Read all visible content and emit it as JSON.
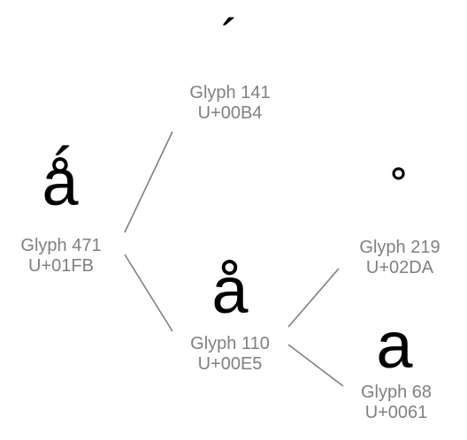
{
  "nodes": [
    {
      "id": "g141",
      "glyph": "´",
      "name": "Glyph 141",
      "code": "U+00B4"
    },
    {
      "id": "g471",
      "glyph": "ǻ",
      "name": "Glyph 471",
      "code": "U+01FB"
    },
    {
      "id": "g110",
      "glyph": "å",
      "name": "Glyph 110",
      "code": "U+00E5"
    },
    {
      "id": "g219",
      "glyph": "˚",
      "name": "Glyph 219",
      "code": "U+02DA"
    },
    {
      "id": "g68",
      "glyph": "a",
      "name": "Glyph 68",
      "code": "U+0061"
    }
  ],
  "edges": [
    {
      "from": "g471",
      "to": "g141"
    },
    {
      "from": "g471",
      "to": "g110"
    },
    {
      "from": "g110",
      "to": "g219"
    },
    {
      "from": "g110",
      "to": "g68"
    }
  ],
  "colors": {
    "label": "#808080",
    "edge": "#808080",
    "glyph": "#000000"
  }
}
